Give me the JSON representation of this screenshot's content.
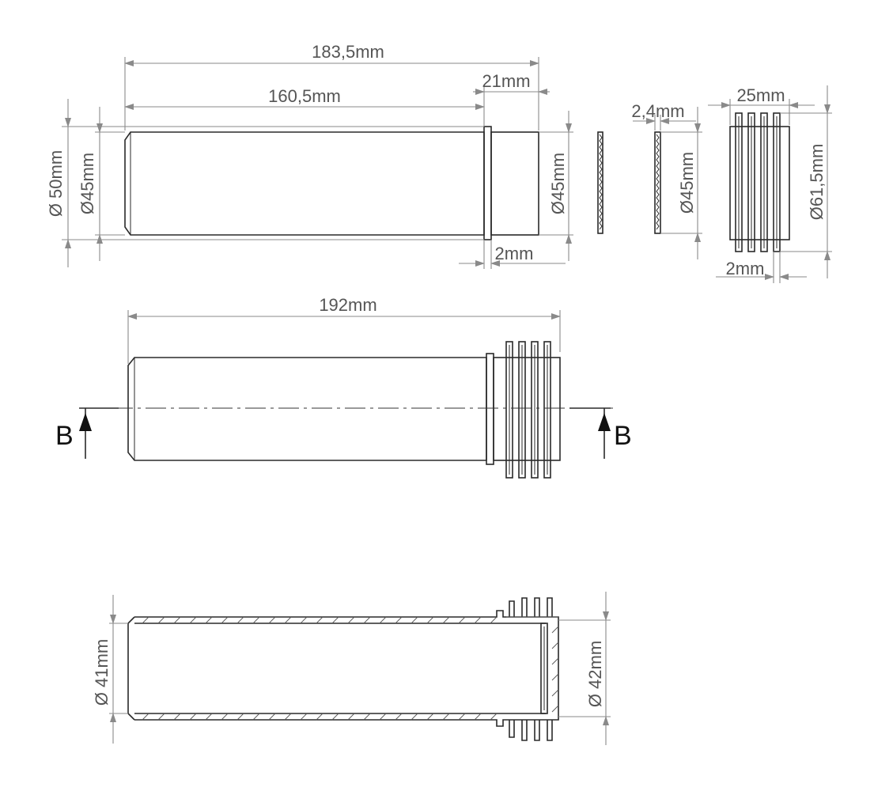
{
  "top_view": {
    "overall_length": "183,5mm",
    "tube_length": "160,5mm",
    "socket_length": "21mm",
    "outer_diameter": "Ø 50mm",
    "inner_diameter": "Ø45mm",
    "socket_diameter": "Ø45mm",
    "flange_thickness": "2mm"
  },
  "seal_view": {
    "thickness": "2,4mm",
    "diameter": "Ø45mm"
  },
  "ribbed_view": {
    "length": "25mm",
    "diameter": "Ø61,5mm",
    "rib_thickness": "2mm"
  },
  "assembly_view": {
    "length": "192mm",
    "section_left": "B",
    "section_right": "B"
  },
  "section_view": {
    "inner_diameter": "Ø 41mm",
    "socket_diameter": "Ø 42mm"
  }
}
